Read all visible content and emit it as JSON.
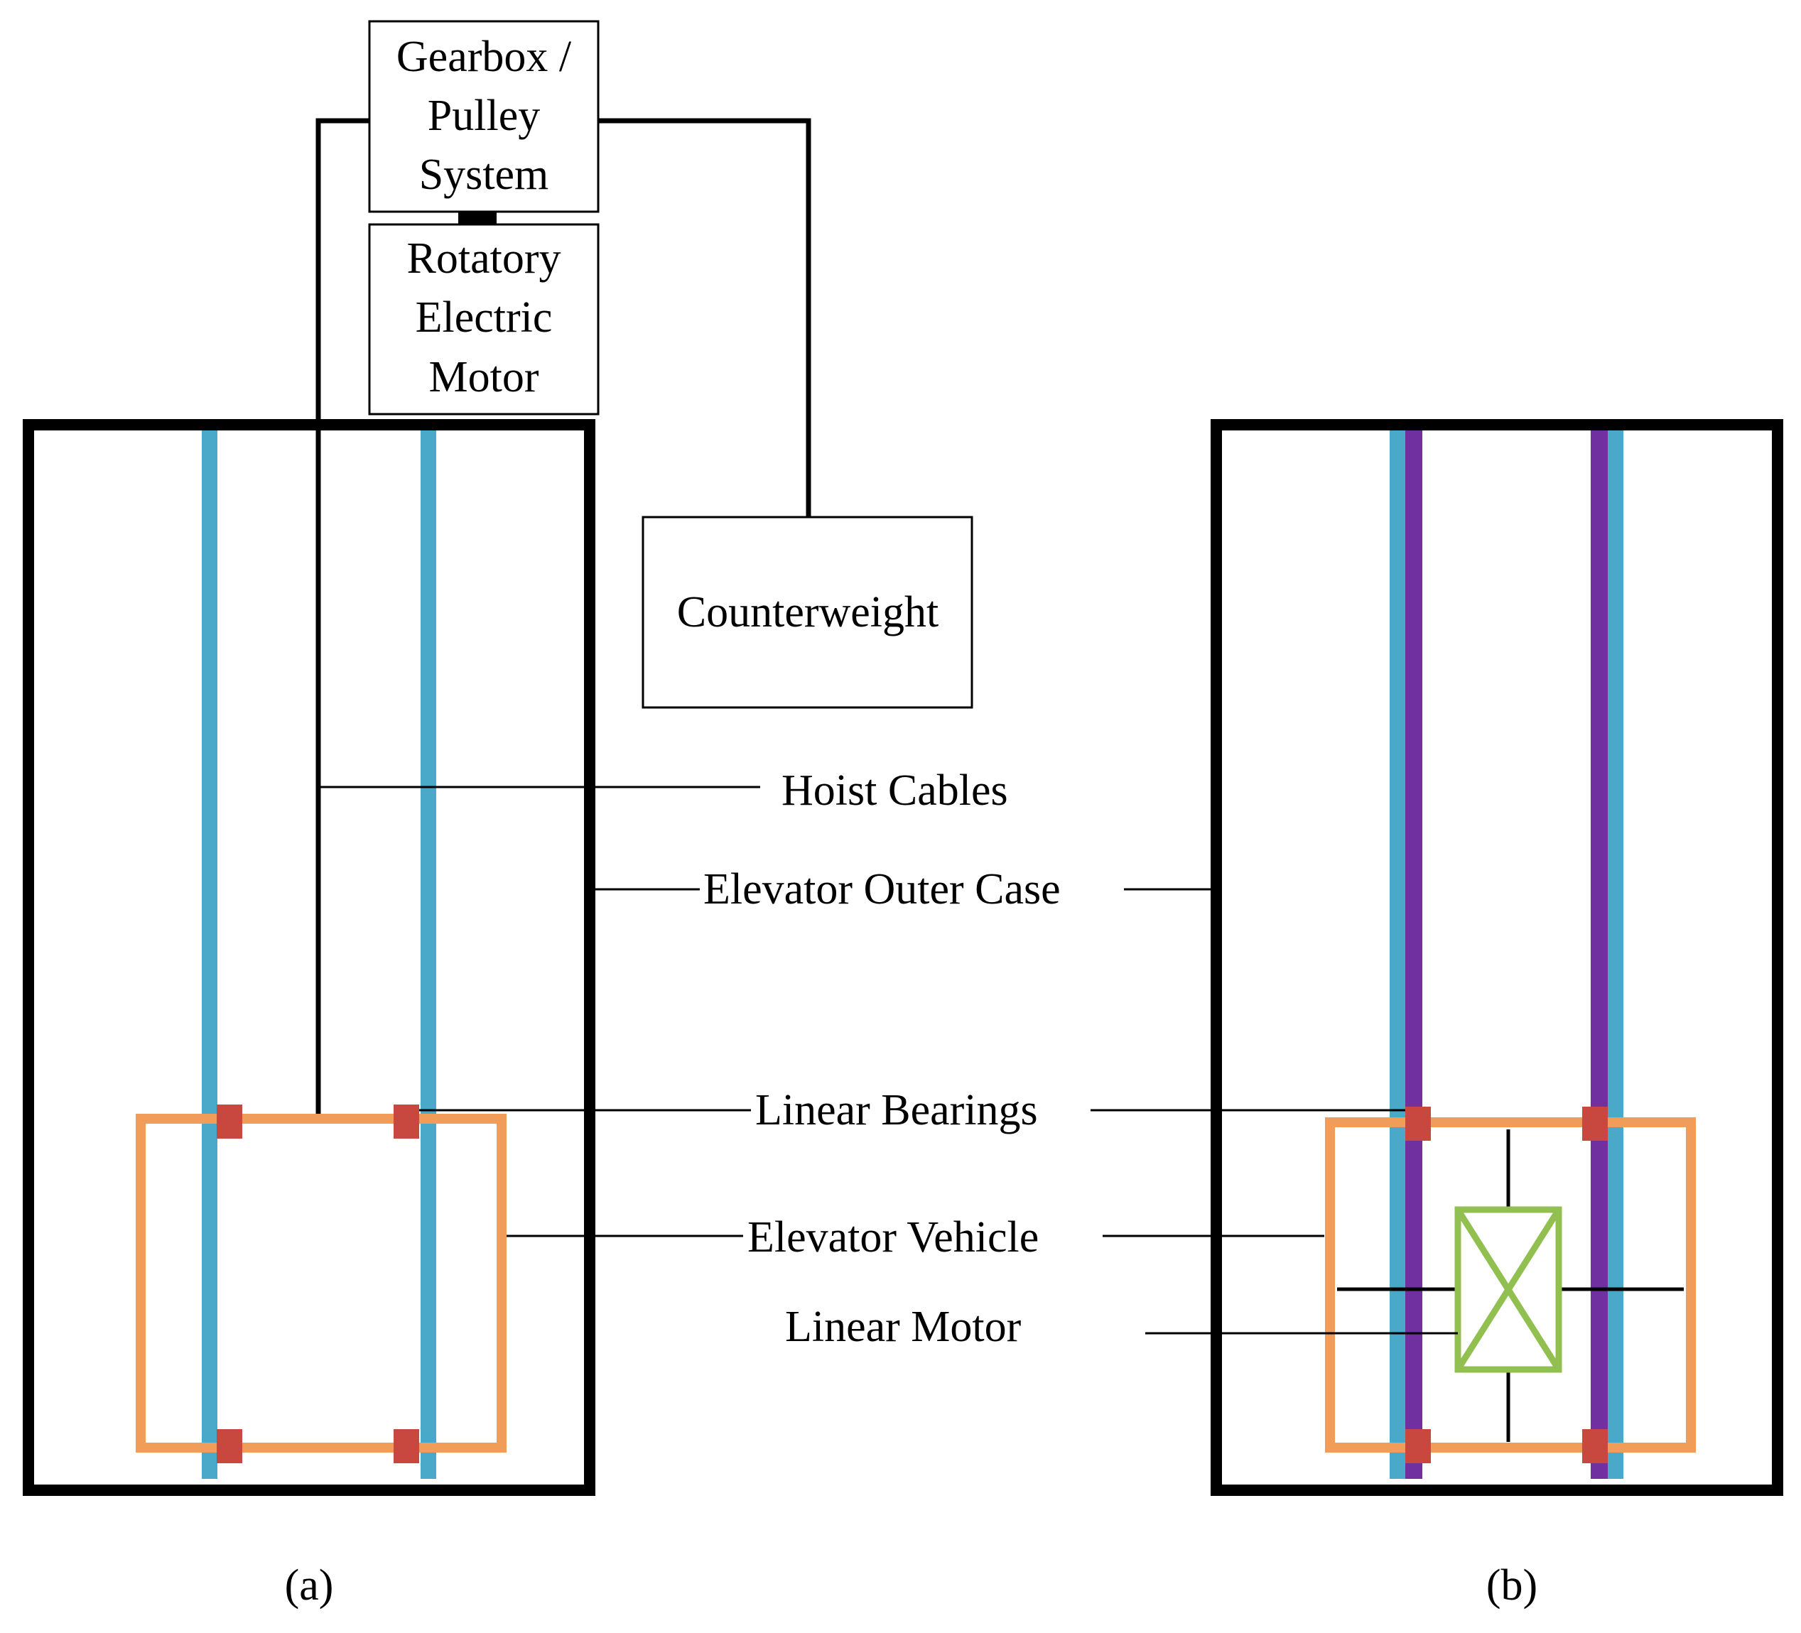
{
  "gearbox": {
    "line1": "Gearbox /",
    "line2": "Pulley",
    "line3": "System"
  },
  "motor": {
    "line1": "Rotatory",
    "line2": "Electric",
    "line3": "Motor"
  },
  "counterweight": {
    "label": "Counterweight"
  },
  "labels": {
    "hoist_cables": "Hoist Cables",
    "outer_case": "Elevator Outer Case",
    "linear_bearings": "Linear Bearings",
    "elevator_vehicle": "Elevator Vehicle",
    "linear_motor": "Linear Motor"
  },
  "captions": {
    "a": "(a)",
    "b": "(b)"
  },
  "colors": {
    "rail": "#4aa8c8",
    "linear_motor_rail": "#7030a0",
    "vehicle": "#f19c58",
    "bearing": "#c8473f",
    "linear_motor": "#92c050",
    "outline": "#000000"
  }
}
